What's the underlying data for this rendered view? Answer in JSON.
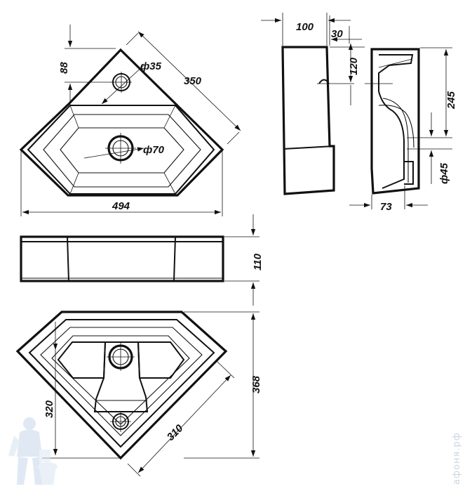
{
  "drawing": {
    "top_view": {
      "depth_88": "88",
      "tap_hole": "ф35",
      "side_350": "350",
      "drain_hole": "ф70",
      "width_494": "494"
    },
    "front_view": {
      "height_110": "110"
    },
    "side_section": {
      "depth_100": "100",
      "offset_30": "30",
      "height_120": "120",
      "height_245": "245",
      "drain_45": "ф45",
      "width_73": "73"
    },
    "bottom_view": {
      "depth_368": "368",
      "depth_320": "320",
      "side_310": "310"
    },
    "watermark": "афоня.рф"
  }
}
